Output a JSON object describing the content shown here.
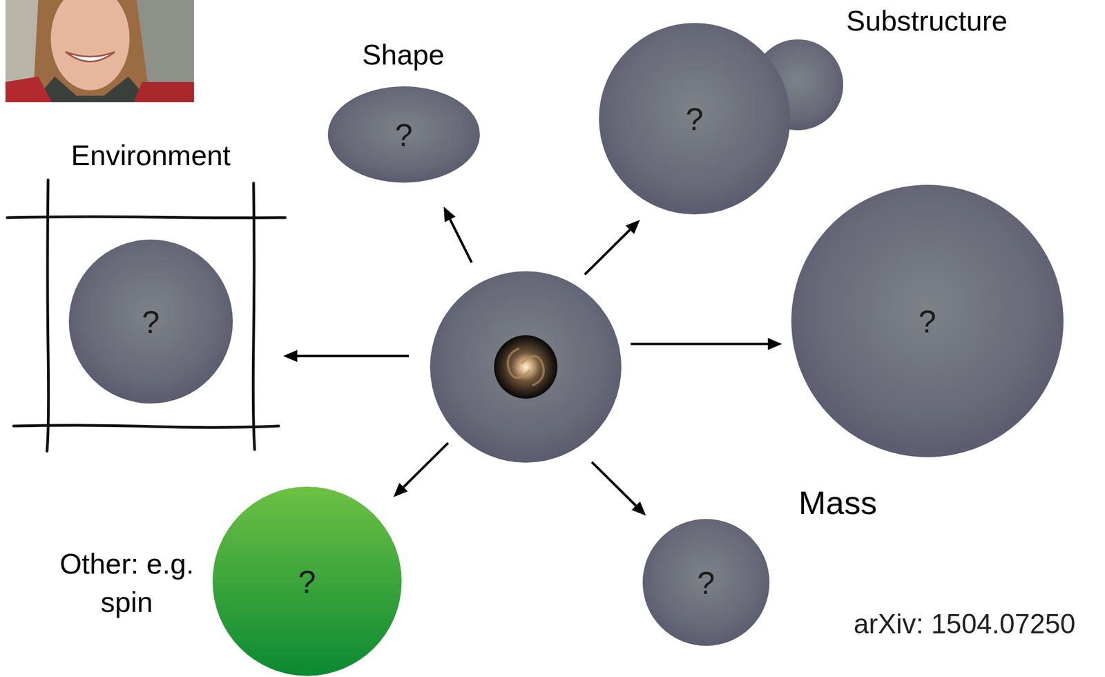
{
  "diagram": {
    "nodes": [
      {
        "text": [
          "Shape",
          "?"
        ]
      },
      {
        "text": [
          "Substructure",
          "?"
        ]
      },
      {
        "text": [
          "Environment",
          "?"
        ]
      },
      {
        "text": []
      },
      {
        "text": [
          "?"
        ]
      },
      {
        "text": [
          "Other: e.g. spin",
          "?"
        ]
      },
      {
        "text": [
          "?"
        ]
      }
    ],
    "edges": [
      {
        "from": 3,
        "to": 0,
        "arrow": "to"
      },
      {
        "from": 3,
        "to": 1,
        "arrow": "to"
      },
      {
        "from": 3,
        "to": 2,
        "arrow": "to"
      },
      {
        "from": 3,
        "to": 4,
        "arrow": "to"
      },
      {
        "from": 3,
        "to": 5,
        "arrow": "to"
      },
      {
        "from": 3,
        "to": 6,
        "arrow": "to"
      }
    ],
    "labels": [
      "Mass",
      "arXiv: 1504.07250"
    ]
  }
}
